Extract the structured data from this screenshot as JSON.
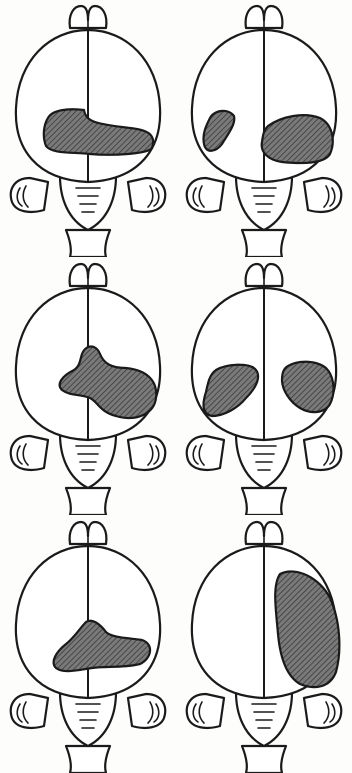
{
  "figure": {
    "description_visible_text": "",
    "colors": {
      "ink": "#1a1a1a",
      "lesion_fill": "#6d6d6d",
      "background": "#fdfdfc"
    },
    "panels": [
      {
        "id": "panel-1",
        "lesion_count": 1
      },
      {
        "id": "panel-2",
        "lesion_count": 2
      },
      {
        "id": "panel-3",
        "lesion_count": 1
      },
      {
        "id": "panel-4",
        "lesion_count": 2
      },
      {
        "id": "panel-5",
        "lesion_count": 1
      },
      {
        "id": "panel-6",
        "lesion_count": 1
      }
    ]
  }
}
